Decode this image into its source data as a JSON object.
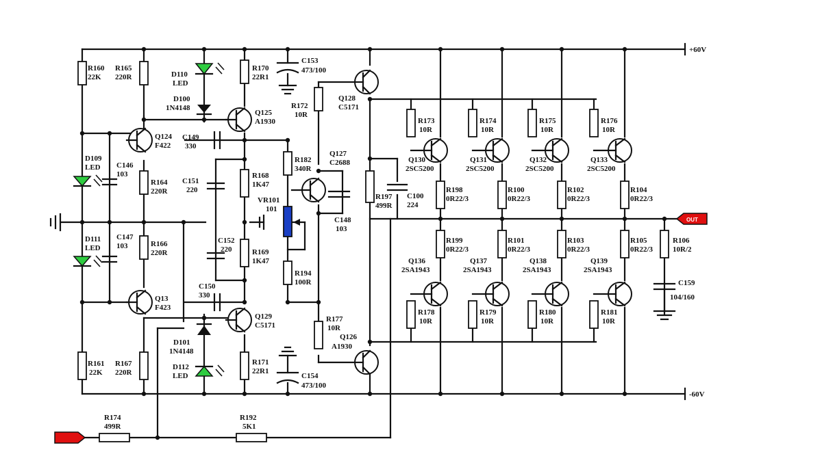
{
  "rails": {
    "positive": "+60V",
    "negative": "-60V"
  },
  "output_terminal": "OUT",
  "components": [
    {
      "ref": "R160",
      "value": "22K",
      "type": "resistor"
    },
    {
      "ref": "R165",
      "value": "220R",
      "type": "resistor"
    },
    {
      "ref": "D110",
      "value": "LED",
      "type": "led"
    },
    {
      "ref": "D100",
      "value": "1N4148",
      "type": "diode"
    },
    {
      "ref": "R170",
      "value": "22R1",
      "type": "resistor"
    },
    {
      "ref": "C153",
      "value": "473/100",
      "type": "capacitor"
    },
    {
      "ref": "Q128",
      "value": "C5171",
      "type": "npn"
    },
    {
      "ref": "R172",
      "value": "10R",
      "type": "resistor"
    },
    {
      "ref": "Q125",
      "value": "A1930",
      "type": "pnp"
    },
    {
      "ref": "Q124",
      "value": "F422",
      "type": "npn"
    },
    {
      "ref": "C149",
      "value": "330",
      "type": "capacitor"
    },
    {
      "ref": "D109",
      "value": "LED",
      "type": "led"
    },
    {
      "ref": "C146",
      "value": "103",
      "type": "capacitor"
    },
    {
      "ref": "R164",
      "value": "220R",
      "type": "resistor"
    },
    {
      "ref": "C151",
      "value": "220",
      "type": "capacitor"
    },
    {
      "ref": "R168",
      "value": "1K47",
      "type": "resistor"
    },
    {
      "ref": "R182",
      "value": "340R",
      "type": "resistor"
    },
    {
      "ref": "Q127",
      "value": "C2688",
      "type": "npn"
    },
    {
      "ref": "VR101",
      "value": "101",
      "type": "pot"
    },
    {
      "ref": "C148",
      "value": "103",
      "type": "capacitor"
    },
    {
      "ref": "R197",
      "value": "499R",
      "type": "resistor"
    },
    {
      "ref": "C100",
      "value": "224",
      "type": "capacitor"
    },
    {
      "ref": "D111",
      "value": "LED",
      "type": "led"
    },
    {
      "ref": "C147",
      "value": "103",
      "type": "capacitor"
    },
    {
      "ref": "R166",
      "value": "220R",
      "type": "resistor"
    },
    {
      "ref": "C152",
      "value": "220",
      "type": "capacitor"
    },
    {
      "ref": "R169",
      "value": "1K47",
      "type": "resistor"
    },
    {
      "ref": "R194",
      "value": "100R",
      "type": "resistor"
    },
    {
      "ref": "Q13",
      "value": "F423",
      "type": "pnp"
    },
    {
      "ref": "C150",
      "value": "330",
      "type": "capacitor"
    },
    {
      "ref": "Q129",
      "value": "C5171",
      "type": "npn"
    },
    {
      "ref": "R177",
      "value": "10R",
      "type": "resistor"
    },
    {
      "ref": "Q126",
      "value": "A1930",
      "type": "pnp"
    },
    {
      "ref": "D101",
      "value": "1N4148",
      "type": "diode"
    },
    {
      "ref": "D112",
      "value": "LED",
      "type": "led"
    },
    {
      "ref": "R171",
      "value": "22R1",
      "type": "resistor"
    },
    {
      "ref": "C154",
      "value": "473/100",
      "type": "capacitor"
    },
    {
      "ref": "R161",
      "value": "22K",
      "type": "resistor"
    },
    {
      "ref": "R167",
      "value": "220R",
      "type": "resistor"
    },
    {
      "ref": "R174",
      "value": "499R",
      "type": "resistor"
    },
    {
      "ref": "R192",
      "value": "5K1",
      "type": "resistor"
    },
    {
      "ref": "R173",
      "value": "10R",
      "type": "resistor"
    },
    {
      "ref": "R174",
      "value": "10R",
      "type": "resistor"
    },
    {
      "ref": "R175",
      "value": "10R",
      "type": "resistor"
    },
    {
      "ref": "R176",
      "value": "10R",
      "type": "resistor"
    },
    {
      "ref": "Q130",
      "value": "2SC5200",
      "type": "npn"
    },
    {
      "ref": "Q131",
      "value": "2SC5200",
      "type": "npn"
    },
    {
      "ref": "Q132",
      "value": "2SC5200",
      "type": "npn"
    },
    {
      "ref": "Q133",
      "value": "2SC5200",
      "type": "npn"
    },
    {
      "ref": "R198",
      "value": "0R22/3",
      "type": "resistor"
    },
    {
      "ref": "R100",
      "value": "0R22/3",
      "type": "resistor"
    },
    {
      "ref": "R102",
      "value": "0R22/3",
      "type": "resistor"
    },
    {
      "ref": "R104",
      "value": "0R22/3",
      "type": "resistor"
    },
    {
      "ref": "R199",
      "value": "0R22/3",
      "type": "resistor"
    },
    {
      "ref": "R101",
      "value": "0R22/3",
      "type": "resistor"
    },
    {
      "ref": "R103",
      "value": "0R22/3",
      "type": "resistor"
    },
    {
      "ref": "R105",
      "value": "0R22/3",
      "type": "resistor"
    },
    {
      "ref": "R106",
      "value": "10R/2",
      "type": "resistor"
    },
    {
      "ref": "C159",
      "value": "104/160",
      "type": "capacitor"
    },
    {
      "ref": "Q136",
      "value": "2SA1943",
      "type": "pnp"
    },
    {
      "ref": "Q137",
      "value": "2SA1943",
      "type": "pnp"
    },
    {
      "ref": "Q138",
      "value": "2SA1943",
      "type": "pnp"
    },
    {
      "ref": "Q139",
      "value": "2SA1943",
      "type": "pnp"
    },
    {
      "ref": "R178",
      "value": "10R",
      "type": "resistor"
    },
    {
      "ref": "R179",
      "value": "10R",
      "type": "resistor"
    },
    {
      "ref": "R180",
      "value": "10R",
      "type": "resistor"
    },
    {
      "ref": "R181",
      "value": "10R",
      "type": "resistor"
    }
  ],
  "colors": {
    "wire": "#111111",
    "led": "#2ecc40",
    "pot": "#1a3fc4",
    "terminal": "#e01010"
  }
}
